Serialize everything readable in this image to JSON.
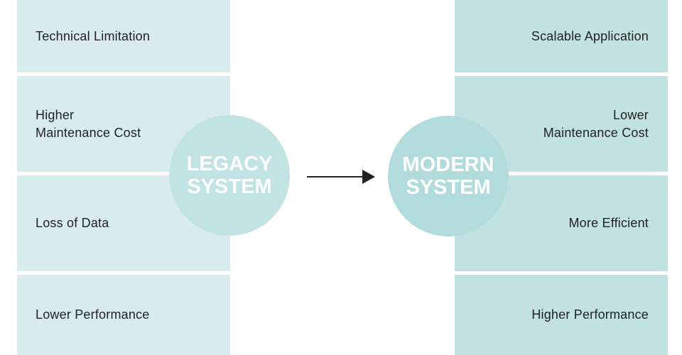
{
  "left_column": {
    "items": [
      "Technical Limitation",
      "Higher\nMaintenance Cost",
      "Loss of Data",
      "Lower Performance"
    ]
  },
  "right_column": {
    "items": [
      "Scalable Application",
      "Lower\nMaintenance Cost",
      "More Efficient",
      "Higher Performance"
    ]
  },
  "legacy_label": "LEGACY\nSYSTEM",
  "modern_label": "MODERN\nSYSTEM",
  "colors": {
    "left_box": "#d8ecee",
    "right_box": "#c2e2e2",
    "legacy_circle": "#c2e3e3",
    "modern_circle": "#b2dcdc",
    "arrow": "#222222"
  },
  "icons": {
    "arrow": "arrow-right-icon"
  }
}
